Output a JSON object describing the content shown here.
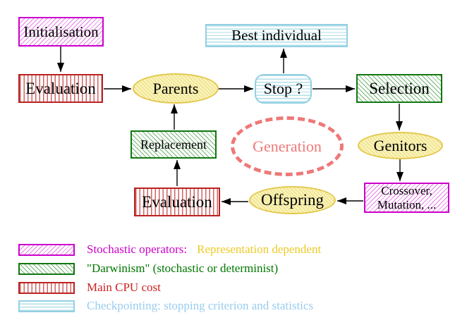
{
  "diagram": {
    "nodes": {
      "initialisation": "Initialisation",
      "evaluation_top": "Evaluation",
      "parents": "Parents",
      "stop": "Stop ?",
      "best_individual": "Best individual",
      "selection": "Selection",
      "genitors": "Genitors",
      "crossover_line1": "Crossover,",
      "crossover_line2": "Mutation, ...",
      "offspring": "Offspring",
      "evaluation_bottom": "Evaluation",
      "replacement": "Replacement",
      "generation": "Generation"
    }
  },
  "legend": {
    "stochastic": {
      "label": "Stochastic operators:",
      "suffix": "Representation dependent"
    },
    "darwinism": {
      "label": "\"Darwinism\" (stochastic or determinist)"
    },
    "cpu": {
      "label": "Main CPU cost"
    },
    "checkpointing": {
      "label": "Checkpointing: stopping criterion and statistics"
    }
  },
  "colors": {
    "magenta": "#cc00cc",
    "gold": "#edc927",
    "dark_green": "#007700",
    "green_border": "#117711",
    "red": "#cc2222",
    "light_blue": "#99ccee",
    "salmon": "#ee7878",
    "yellow_border": "#e3c94e",
    "arrow_black": "#000000"
  }
}
